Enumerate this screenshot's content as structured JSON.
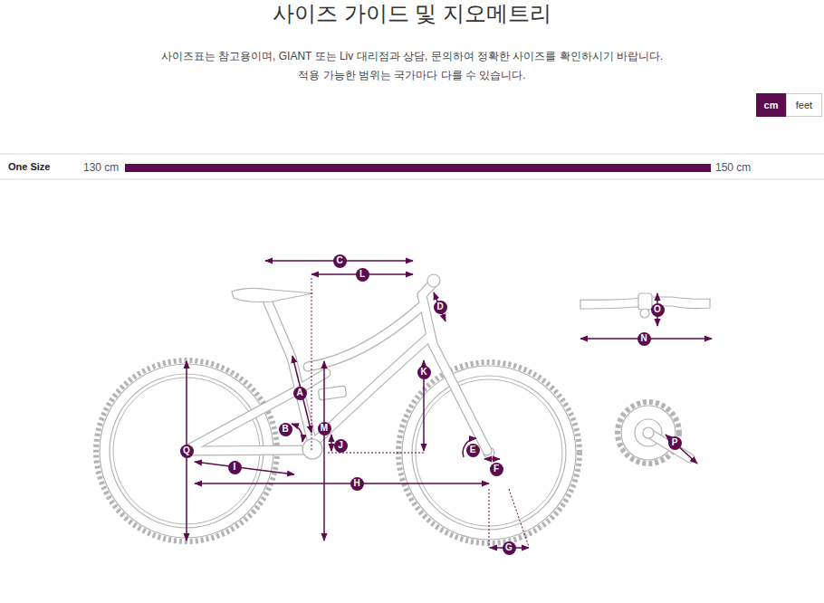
{
  "diagram": {
    "title": "사이즈 가이드 및 지오메트리",
    "nodes": [
      {
        "text": [
          "cm"
        ]
      },
      {
        "text": [
          "feet"
        ]
      },
      {
        "text": [
          "C"
        ]
      },
      {
        "text": [
          "L"
        ]
      },
      {
        "text": [
          "D"
        ]
      },
      {
        "text": [
          "O"
        ]
      },
      {
        "text": [
          "N"
        ]
      },
      {
        "text": [
          "K"
        ]
      },
      {
        "text": [
          "A"
        ]
      },
      {
        "text": [
          "B"
        ]
      },
      {
        "text": [
          "M"
        ]
      },
      {
        "text": [
          "Q"
        ]
      },
      {
        "text": [
          "J"
        ]
      },
      {
        "text": [
          "E"
        ]
      },
      {
        "text": [
          "P"
        ]
      },
      {
        "text": [
          "I"
        ]
      },
      {
        "text": [
          "F"
        ]
      },
      {
        "text": [
          "H"
        ]
      },
      {
        "text": [
          "G"
        ]
      }
    ],
    "labels": [
      "사이즈표는 참고용이며, GIANT 또는 Liv 대리점과 상담, 문의하여 정확한 사이즈를 확인하시기 바랍니다.",
      "적용 가능한 범위는 국가마다 다를 수 있습니다.",
      "One Size",
      "130 cm",
      "150 cm"
    ]
  }
}
